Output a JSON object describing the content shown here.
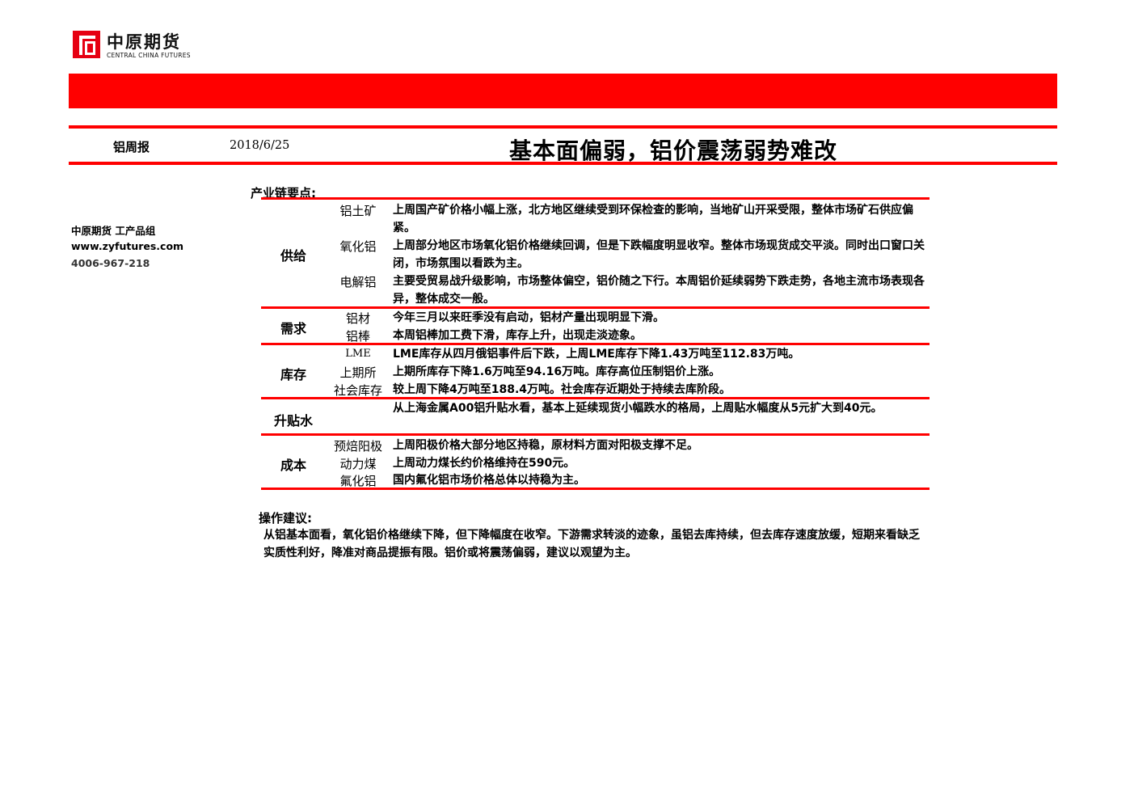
{
  "logo": {
    "cn": "中原期货",
    "en": "CENTRAL CHINA FUTURES"
  },
  "header": {
    "report_name": "铝周报",
    "date": "2018/6/25",
    "title": "基本面偏弱，铝价震荡弱势难改"
  },
  "sidebar": {
    "company": "中原期货 工产品组",
    "website": "www.zyfutures.com",
    "phone": "4006-967-218"
  },
  "chain": {
    "label": "产业链要点:",
    "sections": [
      {
        "category": "供给",
        "rows": [
          {
            "item": "铝土矿",
            "text": "上周国产矿价格小幅上涨，北方地区继续受到环保检查的影响，当地矿山开采受限，整体市场矿石供应偏紧。"
          },
          {
            "item": "氧化铝",
            "text": "上周部分地区市场氧化铝价格继续回调，但是下跌幅度明显收窄。整体市场现货成交平淡。同时出口窗口关闭，市场氛围以看跌为主。"
          },
          {
            "item": "电解铝",
            "text": "主要受贸易战升级影响，市场整体偏空，铝价随之下行。本周铝价延续弱势下跌走势，各地主流市场表现各异，整体成交一般。"
          }
        ]
      },
      {
        "category": "需求",
        "rows": [
          {
            "item": "铝材",
            "text": "今年三月以来旺季没有启动，铝材产量出现明显下滑。"
          },
          {
            "item": "铝棒",
            "text": "本周铝棒加工费下滑，库存上升，出现走淡迹象。"
          }
        ]
      },
      {
        "category": "库存",
        "rows": [
          {
            "item": "LME",
            "text": "LME库存从四月俄铝事件后下跌，上周LME库存下降1.43万吨至112.83万吨。"
          },
          {
            "item": "上期所",
            "text": "上期所库存下降1.6万吨至94.16万吨。库存高位压制铝价上涨。"
          },
          {
            "item": "社会库存",
            "text": "较上周下降4万吨至188.4万吨。社会库存近期处于持续去库阶段。"
          }
        ]
      },
      {
        "category": "升贴水",
        "rows": [
          {
            "item": "",
            "text": "从上海金属A00铝升贴水看，基本上延续现货小幅跌水的格局，上周贴水幅度从5元扩大到40元。"
          }
        ]
      },
      {
        "category": "成本",
        "rows": [
          {
            "item": "预焙阳极",
            "text": "上周阳极价格大部分地区持稳，原材料方面对阳极支撑不足。"
          },
          {
            "item": "动力煤",
            "text": "上周动力煤长约价格维持在590元。"
          },
          {
            "item": "氟化铝",
            "text": "国内氟化铝市场价格总体以持稳为主。"
          }
        ]
      }
    ]
  },
  "advice": {
    "label": "操作建议:",
    "text": "从铝基本面看，氧化铝价格继续下降，但下降幅度在收窄。下游需求转淡的迹象，虽铝去库持续，但去库存速度放缓，短期来看缺乏实质性利好，降准对商品提振有限。铝价或将震荡偏弱，建议以观望为主。"
  },
  "colors": {
    "accent_red": "#ff0000"
  }
}
